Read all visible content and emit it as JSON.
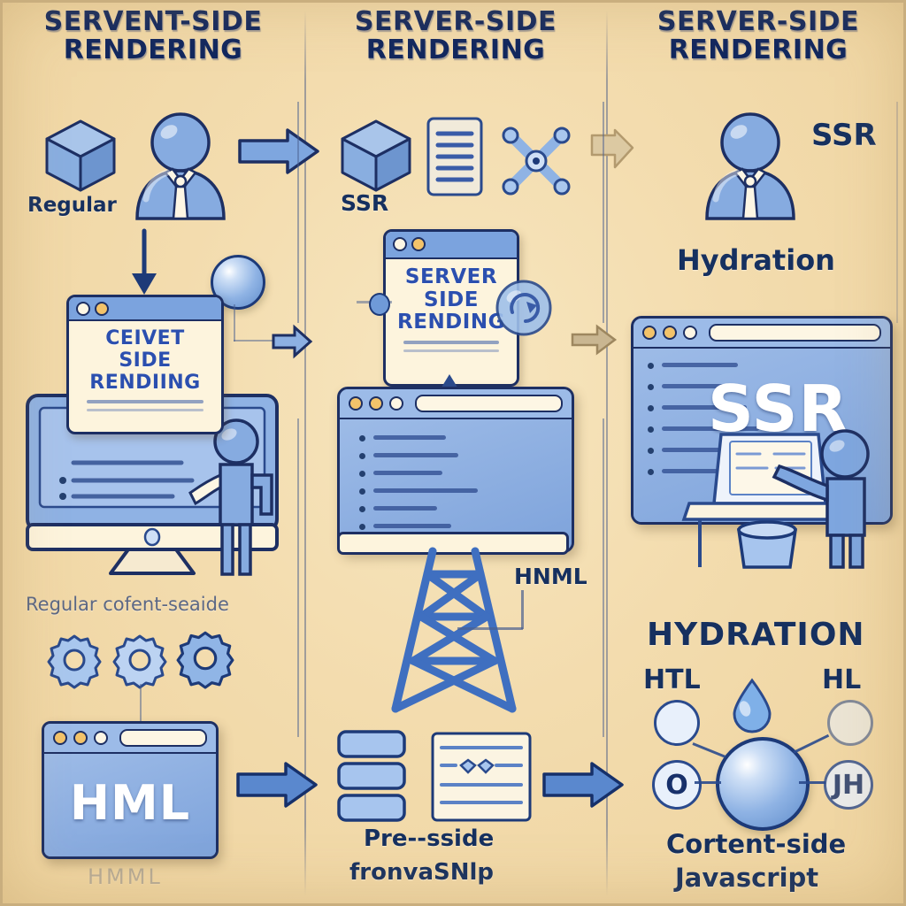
{
  "meta": {
    "background_color": "#f3dcae",
    "ink_color": "#1d2f63",
    "accent_blue": "#7ba3de",
    "title_color": "#10265e"
  },
  "columns": [
    {
      "id": "left",
      "title_line1": "SERVENT-SIDE",
      "title_line2": "RENDERING",
      "cube_label": "Regular",
      "card_lines": [
        "CEIVET",
        "SIDE",
        "RENDIING"
      ],
      "caption_mid": "Regular cofent-seaide",
      "browser_word": "HML",
      "browser_shadow_word": "HMML"
    },
    {
      "id": "middle",
      "title_line1": "SERVER-SIDE",
      "title_line2": "RENDERING",
      "cube_label": "SSR",
      "card_lines": [
        "SERVER",
        "SIDE",
        "RENDING"
      ],
      "tower_label": "HNML",
      "caption_line1": "Pre--sside",
      "caption_line2": "fronvaSNlp"
    },
    {
      "id": "right",
      "title_line1": "SERVER-SIDE",
      "title_line2": "RENDERING",
      "person_label": "SSR",
      "person_caption": "Hydration",
      "browser_word": "SSR",
      "section_label": "HYDRATION",
      "node_left": "HTL",
      "node_right": "HL",
      "node_bottom_left": "O",
      "node_bottom_right": "JH",
      "caption_line1": "Cortent-side",
      "caption_line2": "Javascript"
    }
  ]
}
